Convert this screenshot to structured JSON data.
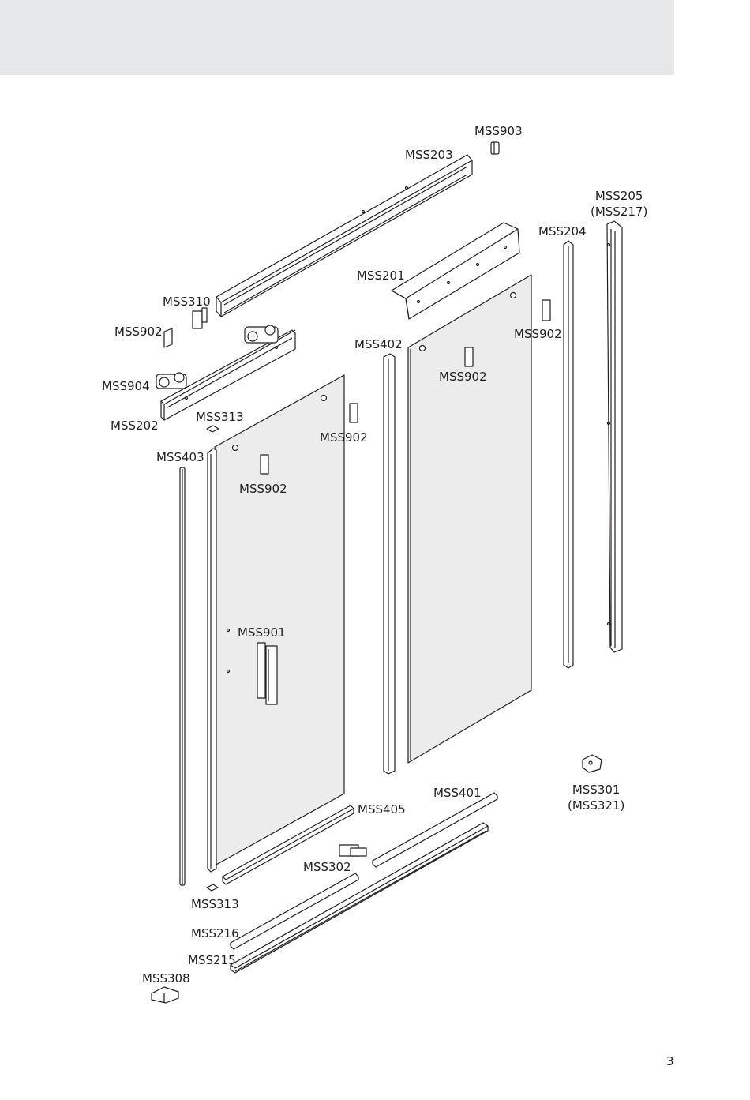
{
  "page": {
    "number": "3"
  },
  "colors": {
    "header_band": "#e6e7e8",
    "line": "#231f20",
    "glass": "#ececec"
  },
  "labels": {
    "mss903": "MSS903",
    "mss203": "MSS203",
    "mss205": "MSS205",
    "mss217": "(MSS217)",
    "mss204": "MSS204",
    "mss201": "MSS201",
    "mss310": "MSS310",
    "mss902_a": "MSS902",
    "mss902_b": "MSS902",
    "mss902_c": "MSS902",
    "mss902_d": "MSS902",
    "mss902_e": "MSS902",
    "mss402": "MSS402",
    "mss904": "MSS904",
    "mss202": "MSS202",
    "mss313_top": "MSS313",
    "mss403": "MSS403",
    "mss901": "MSS901",
    "mss301": "MSS301",
    "mss321": "(MSS321)",
    "mss401": "MSS401",
    "mss405": "MSS405",
    "mss302": "MSS302",
    "mss313_bottom": "MSS313",
    "mss216": "MSS216",
    "mss215": "MSS215",
    "mss308": "MSS308"
  }
}
